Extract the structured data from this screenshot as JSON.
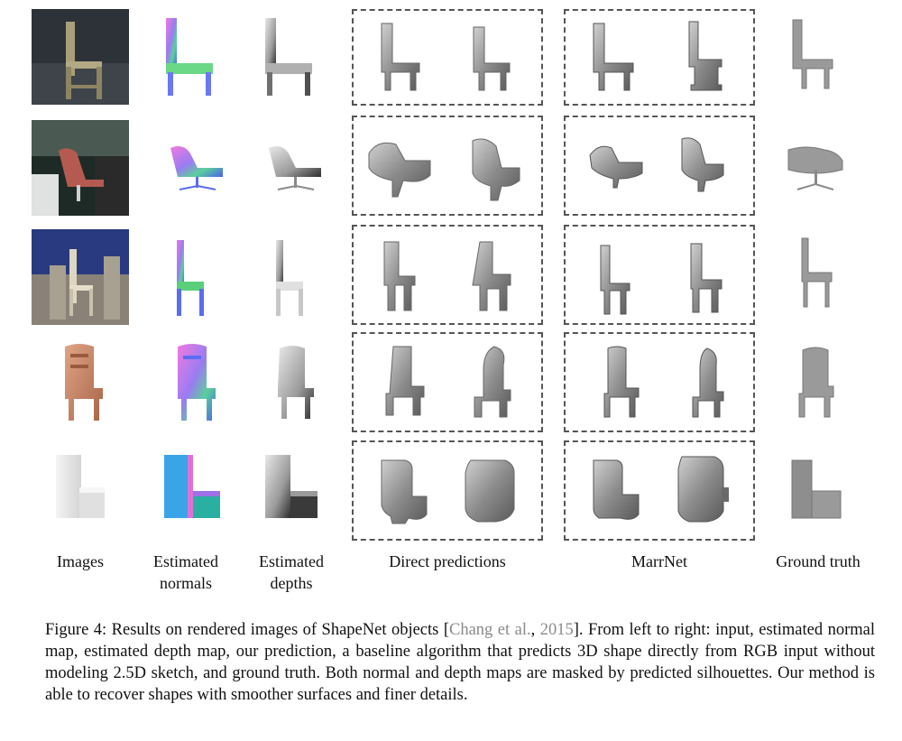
{
  "columns": {
    "images": "Images",
    "normals_line1": "Estimated",
    "normals_line2": "normals",
    "depths_line1": "Estimated",
    "depths_line2": "depths",
    "direct": "Direct predictions",
    "marrnet": "MarrNet",
    "gt": "Ground truth"
  },
  "caption": {
    "label": "Figure 4:",
    "pre": "Results on rendered images of ShapeNet objects [",
    "cite_author": "Chang et al.",
    "cite_sep": ", ",
    "cite_year": "2015",
    "post": "]. From left to right: input, estimated normal map, estimated depth map, our prediction, a baseline algorithm that predicts 3D shape directly from RGB input without modeling 2.5D sketch, and ground truth. Both normal and depth maps are masked by predicted silhouettes. Our method is able to recover shapes with smoother surfaces and finer details."
  },
  "colors": {
    "dash": "#555555",
    "cite": "#8a8a8a",
    "shape_gray": "#8f8f8f",
    "normal_pink": "#e07ad8",
    "normal_green": "#5ad07a",
    "normal_blue": "#5a6cf0",
    "wood": "#c98a6a"
  }
}
